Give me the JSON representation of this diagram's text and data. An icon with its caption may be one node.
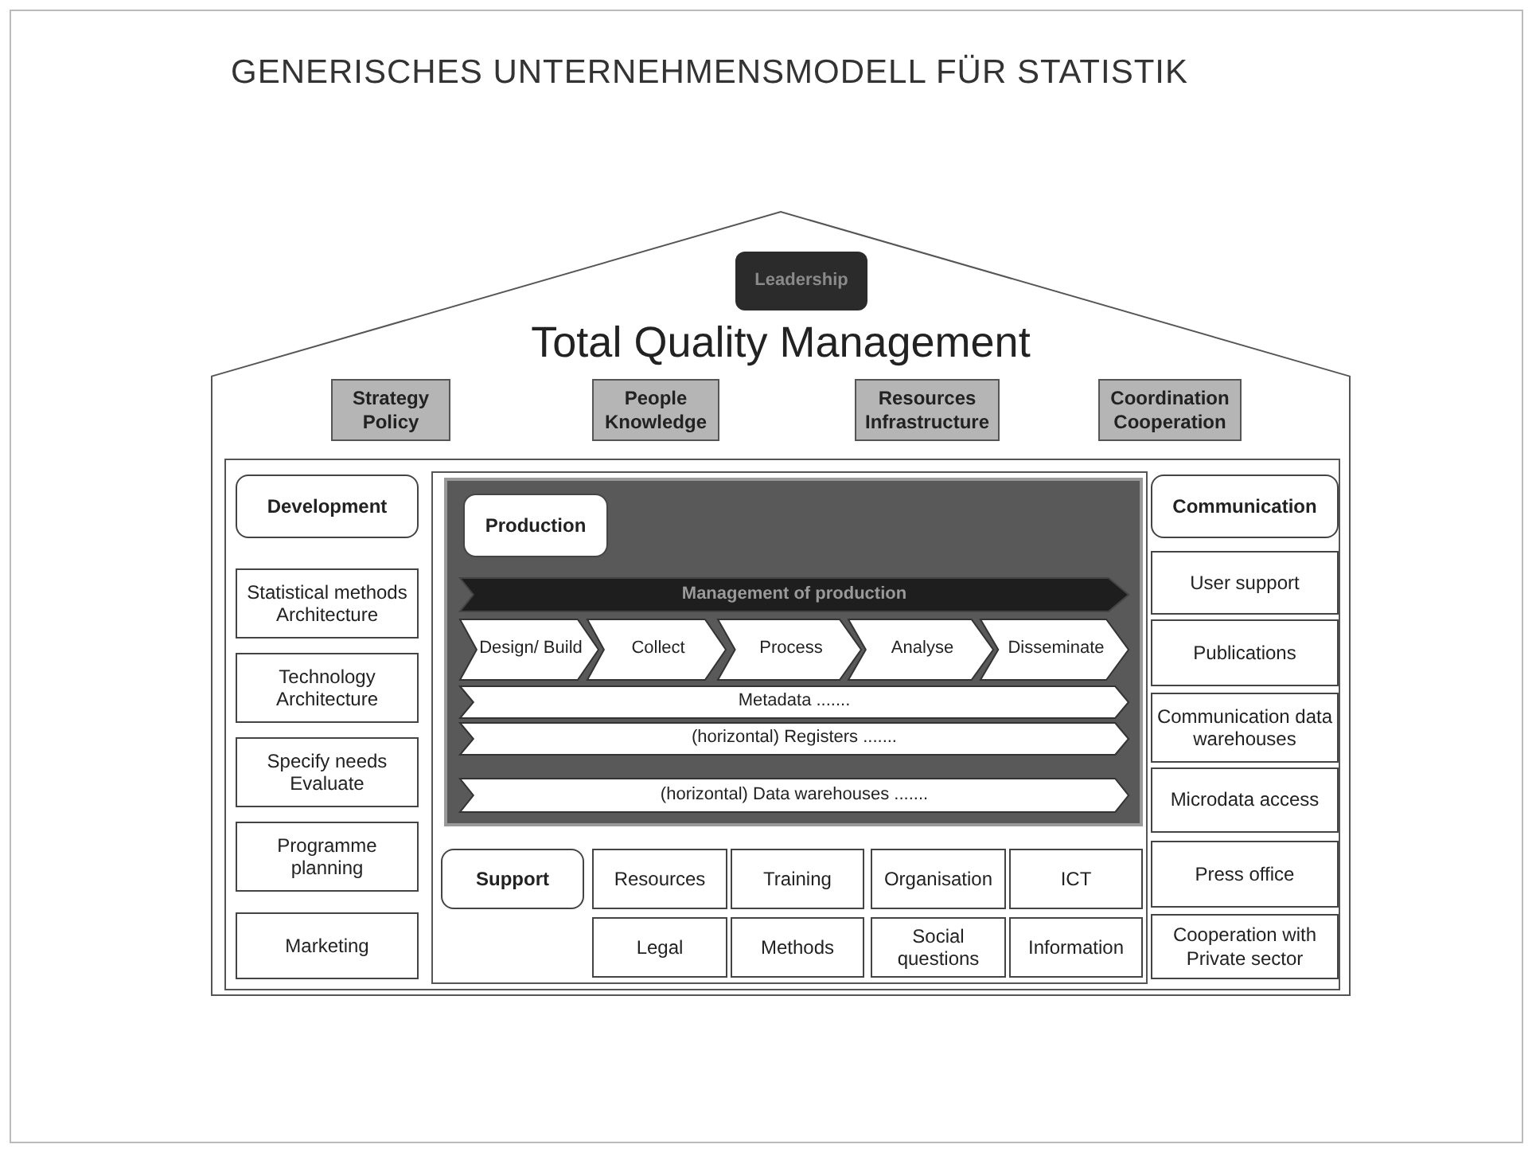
{
  "diagram": {
    "title": "GENERISCHES UNTERNEHMENSMODELL FÜR STATISTIK",
    "nodes": [
      {
        "text": [
          "Total Quality Management"
        ]
      },
      {
        "text": [
          "Leadership"
        ],
        "in": 0
      },
      {
        "text": [
          "Strategy Policy"
        ],
        "in": 0
      },
      {
        "text": [
          "People Knowledge"
        ],
        "in": 0
      },
      {
        "text": [
          "Resources Infrastructure"
        ],
        "in": 0
      },
      {
        "text": [
          "Coordination Cooperation"
        ],
        "in": 0
      },
      {
        "text": [],
        "shape": "box",
        "in": 0
      },
      {
        "text": [
          "Development"
        ],
        "in": 6
      },
      {
        "text": [
          "Statistical methods Architecture"
        ],
        "in": 6
      },
      {
        "text": [
          "Technology Architecture"
        ],
        "in": 6
      },
      {
        "text": [
          "Specify needs Evaluate"
        ],
        "in": 6
      },
      {
        "text": [
          "Programme planning"
        ],
        "in": 6
      },
      {
        "text": [
          "Marketing"
        ],
        "in": 6
      },
      {
        "text": [],
        "shape": "box",
        "in": 6
      },
      {
        "text": [],
        "shape": "box",
        "in": 13
      },
      {
        "text": [
          "Production"
        ],
        "in": 14
      },
      {
        "text": [
          "Management of production"
        ],
        "in": 14
      },
      {
        "text": [
          "Design/ Build"
        ],
        "in": 14
      },
      {
        "text": [
          "Collect"
        ],
        "in": 14
      },
      {
        "text": [
          "Process"
        ],
        "in": 14
      },
      {
        "text": [
          "Analyse"
        ],
        "in": 14
      },
      {
        "text": [
          "Disseminate"
        ],
        "in": 14
      },
      {
        "text": [
          "Metadata ......."
        ],
        "in": 14
      },
      {
        "text": [
          "(horizontal) Registers ......."
        ],
        "in": 14
      },
      {
        "text": [
          "(horizontal) Data warehouses ......."
        ],
        "in": 14
      },
      {
        "text": [
          "Support"
        ],
        "in": 13
      },
      {
        "text": [
          "Resources"
        ],
        "in": 13
      },
      {
        "text": [
          "Training"
        ],
        "in": 13
      },
      {
        "text": [
          "Organisation"
        ],
        "in": 13
      },
      {
        "text": [
          "ICT"
        ],
        "in": 13
      },
      {
        "text": [
          "Legal"
        ],
        "in": 13
      },
      {
        "text": [
          "Methods"
        ],
        "in": 13
      },
      {
        "text": [
          "Social questions"
        ],
        "in": 13
      },
      {
        "text": [
          "Information"
        ],
        "in": 13
      },
      {
        "text": [
          "Communication"
        ],
        "in": 6
      },
      {
        "text": [
          "User support"
        ],
        "in": 6
      },
      {
        "text": [
          "Publications"
        ],
        "in": 6
      },
      {
        "text": [
          "Communication data warehouses"
        ],
        "in": 6
      },
      {
        "text": [
          "Microdata access"
        ],
        "in": 6
      },
      {
        "text": [
          "Press office"
        ],
        "in": 6
      },
      {
        "text": [
          "Cooperation with Private sector"
        ],
        "in": 6
      }
    ]
  }
}
